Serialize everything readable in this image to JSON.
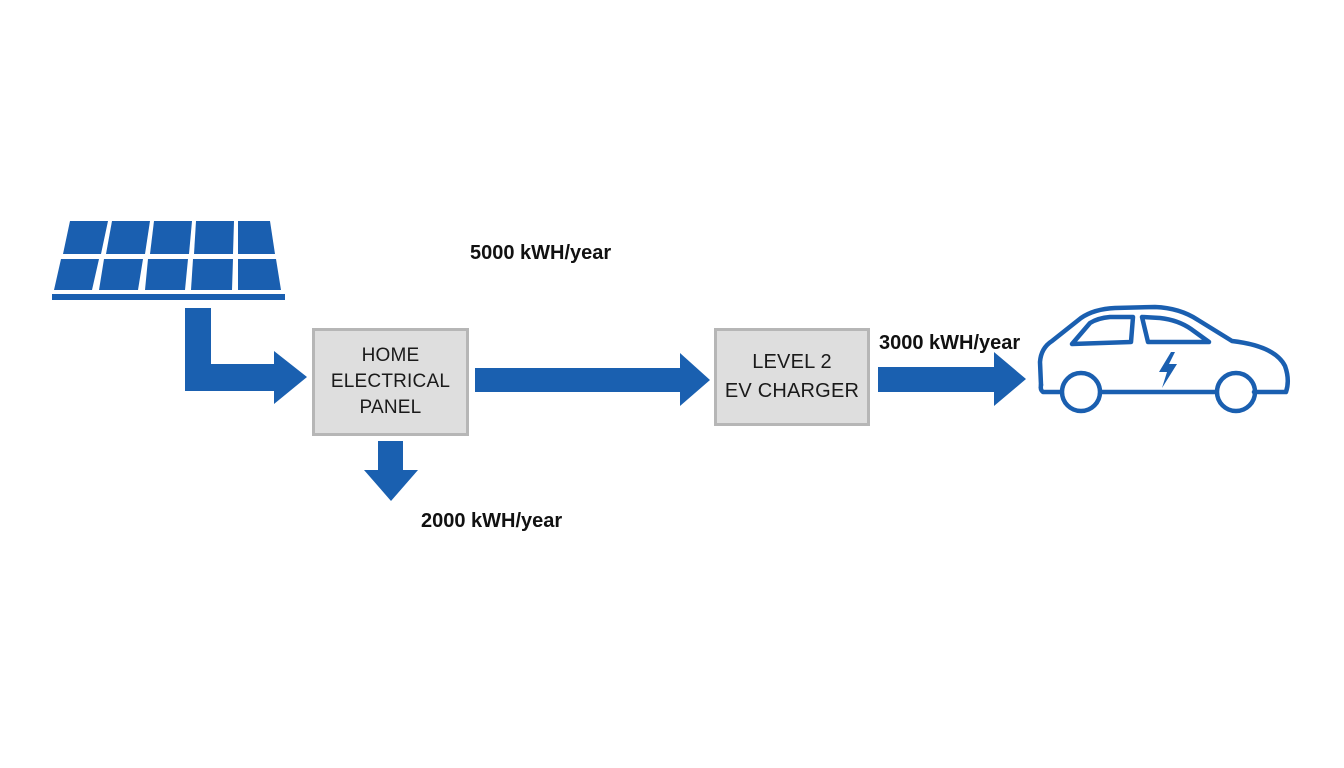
{
  "colors": {
    "flow_blue": "#1a60b0",
    "panel_blue": "#1a5fb0",
    "box_fill": "#dedede",
    "box_border": "#b6b6b6"
  },
  "icons": {
    "source": "solar-panel-icon",
    "destination": "electric-car-icon",
    "car_badge": "lightning-bolt-icon"
  },
  "nodes": {
    "panel": {
      "lines": [
        "HOME",
        "ELECTRICAL",
        "PANEL"
      ]
    },
    "charger": {
      "lines": [
        "LEVEL 2",
        "EV CHARGER"
      ]
    }
  },
  "flows": {
    "solar_to_panel": "5000 kWH/year",
    "charger_to_car": "3000 kWH/year",
    "panel_to_home": "2000 kWH/year"
  }
}
